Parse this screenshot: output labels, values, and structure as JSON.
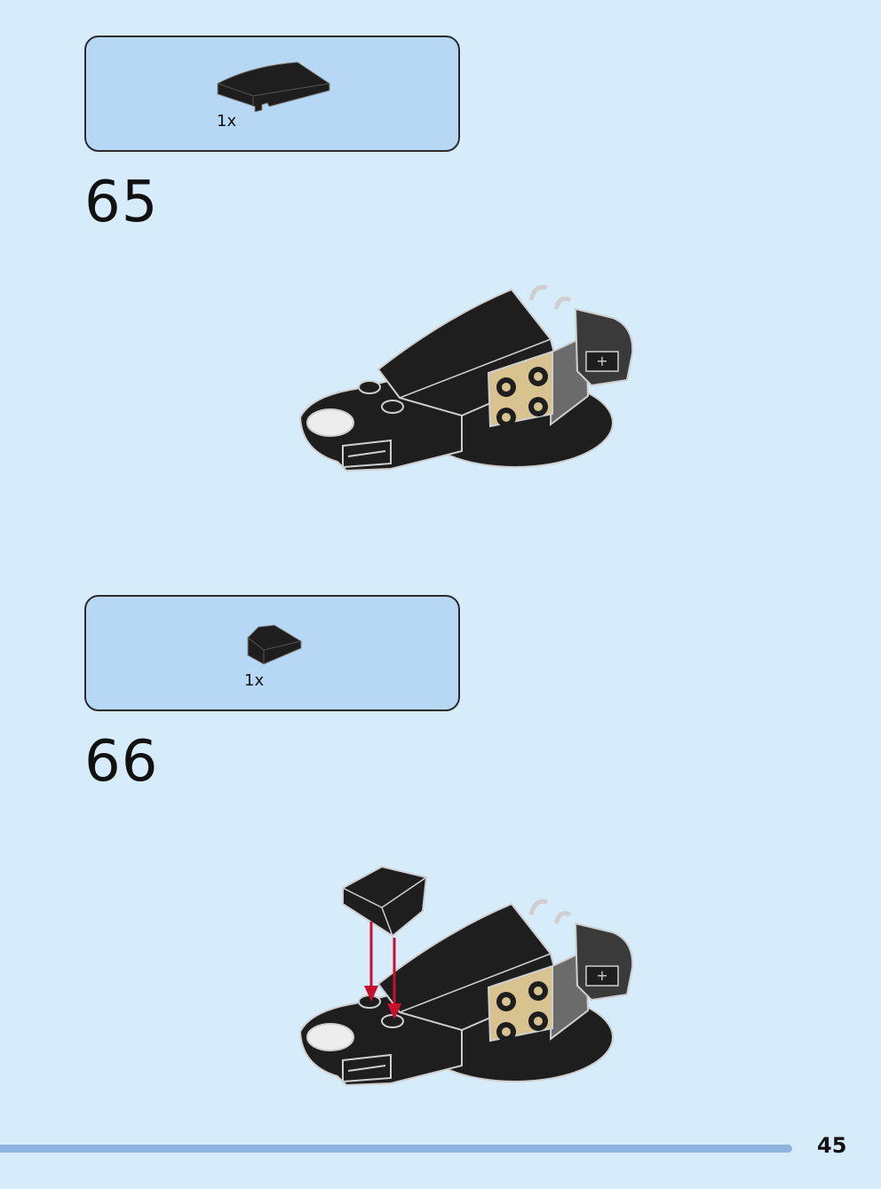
{
  "steps": [
    {
      "number": "65",
      "part": {
        "quantity": "1x",
        "icon": "curved-slope-brick-icon"
      }
    },
    {
      "number": "66",
      "part": {
        "quantity": "1x",
        "icon": "wedge-slope-brick-icon"
      }
    }
  ],
  "page_number": "45",
  "colors": {
    "background": "#d6ecfb",
    "parts_box": "#b6d8f5",
    "brick_black": "#1e1e1e",
    "tan_plate": "#d8c28f",
    "arrow_red": "#c8102e",
    "footer_bar": "#8eb1de"
  }
}
